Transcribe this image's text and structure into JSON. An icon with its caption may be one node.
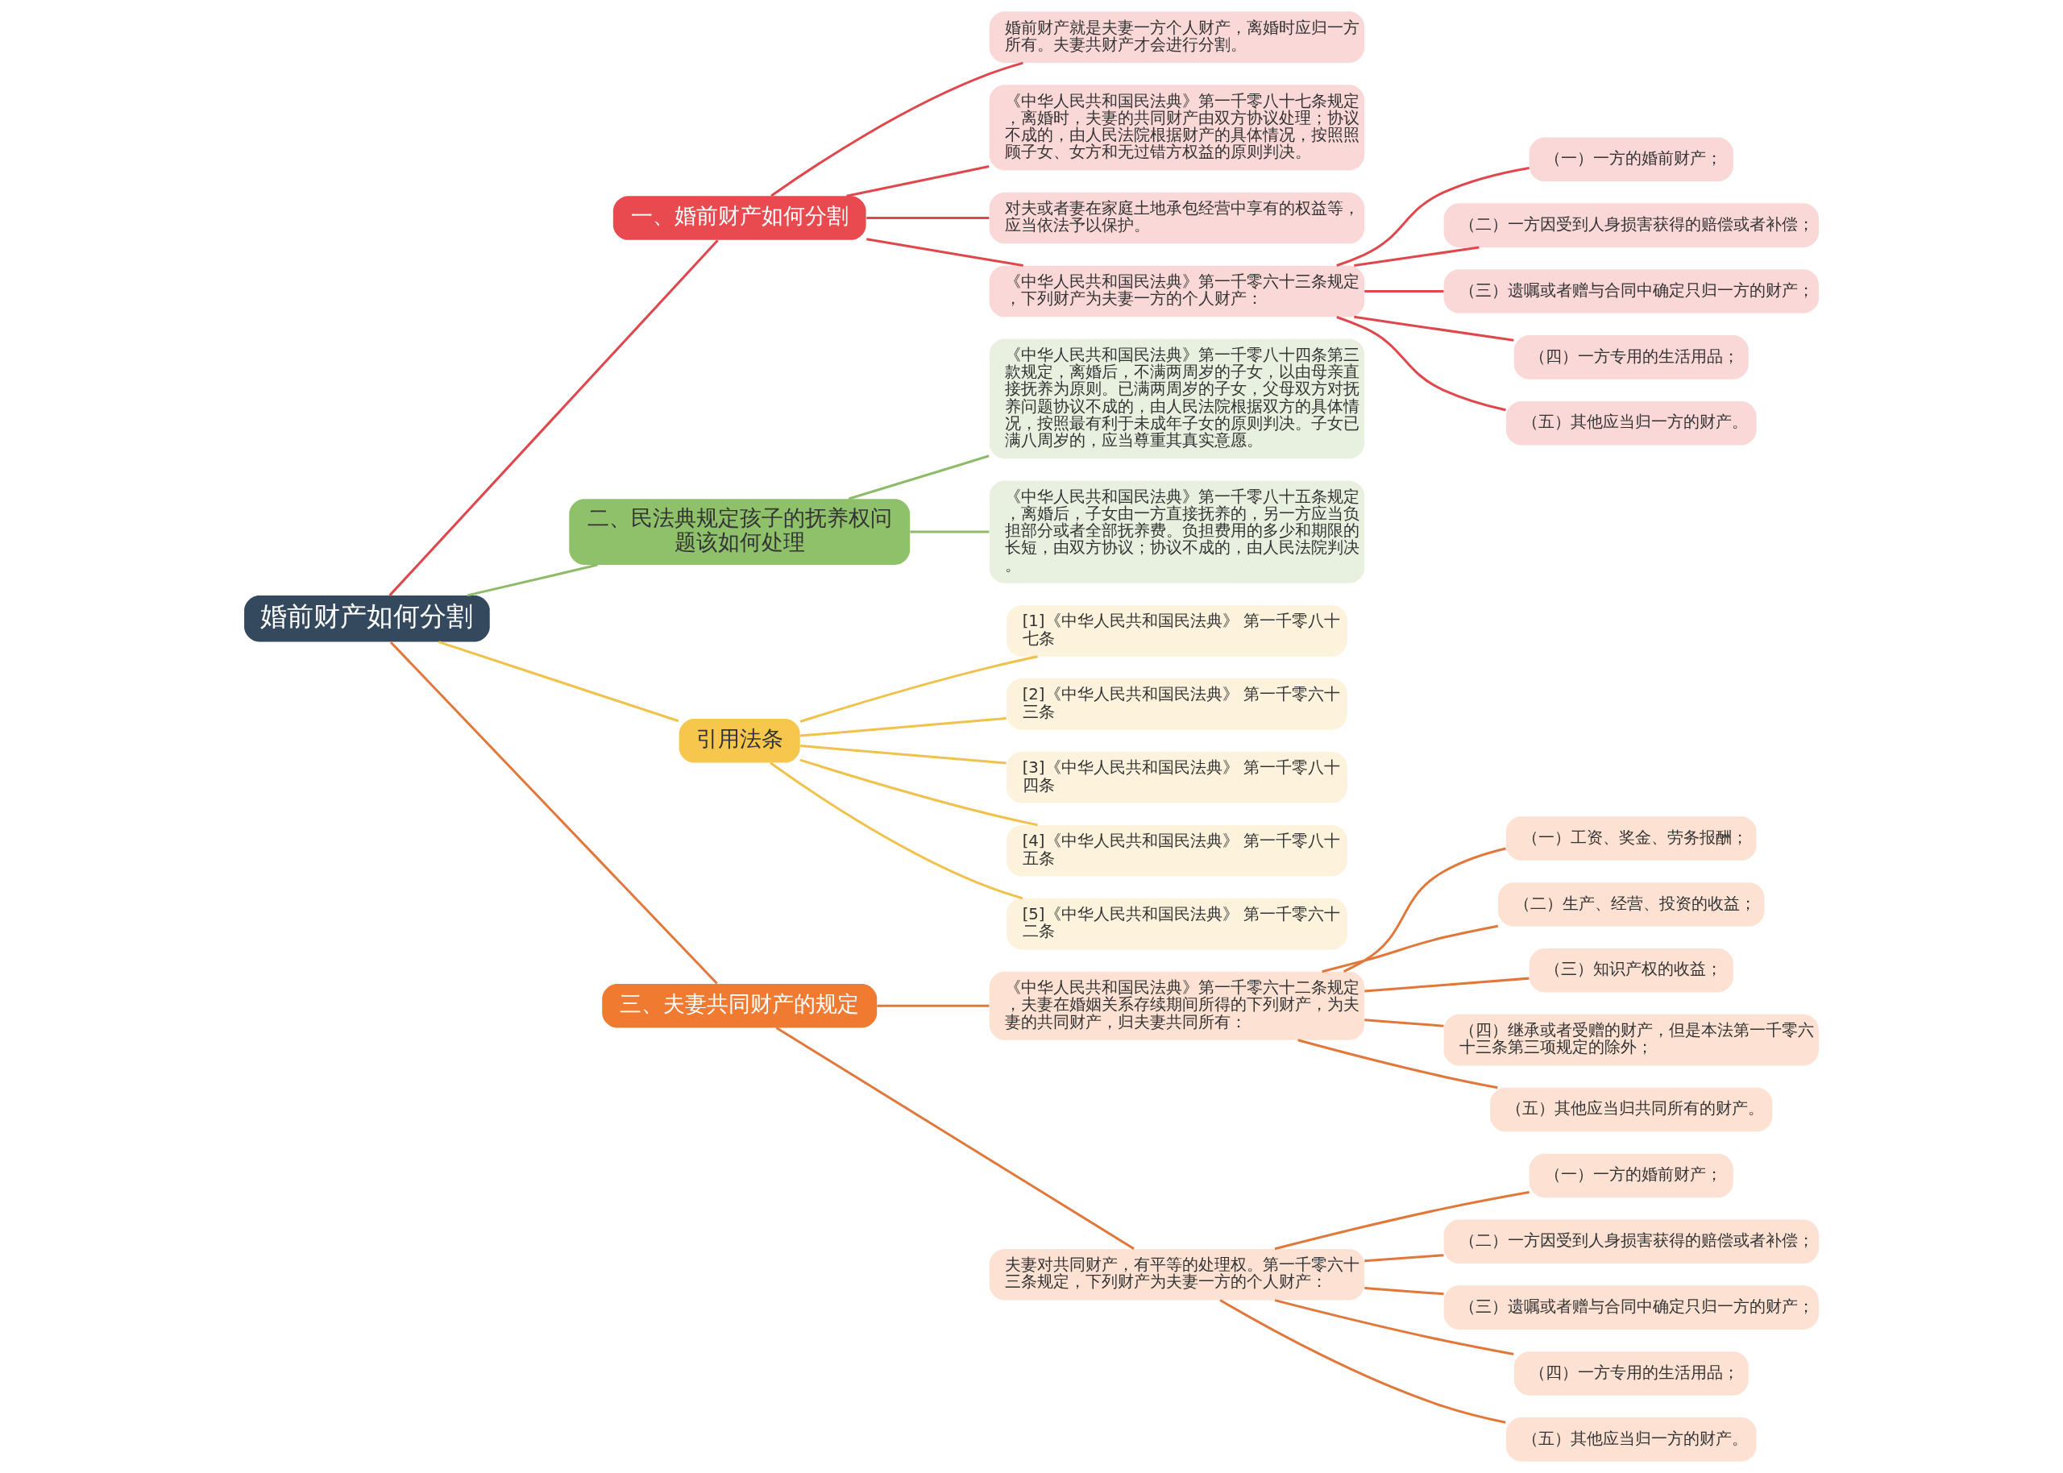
{
  "diagram": {
    "nodes": [
      {
        "text": [
          "婚前财产如何分割"
        ]
      },
      {
        "text": [
          "一、婚前财产如何分割"
        ]
      },
      {
        "text": [
          "婚前财产就是夫妻一方个人财产，离婚时应归一方所有。夫妻共财产才会进行分割。"
        ]
      },
      {
        "text": [
          "《中华人民共和国民法典》第一千零八十七条规定，离婚时，夫妻的共同财产由双方协议处理；协议不成的，由人民法院根据财产的具体情况，按照照顾子女、女方和无过错方权益的原则判决。"
        ]
      },
      {
        "text": [
          "对夫或者妻在家庭土地承包经营中享有的权益等，应当依法予以保护。"
        ]
      },
      {
        "text": [
          "《中华人民共和国民法典》第一千零六十三条规定，下列财产为夫妻一方的个人财产："
        ]
      },
      {
        "text": [
          "（一）一方的婚前财产；"
        ]
      },
      {
        "text": [
          "（二）一方因受到人身损害获得的赔偿或者补偿；"
        ]
      },
      {
        "text": [
          "（三）遗嘱或者赠与合同中确定只归一方的财产；"
        ]
      },
      {
        "text": [
          "（四）一方专用的生活用品；"
        ]
      },
      {
        "text": [
          "（五）其他应当归一方的财产。"
        ]
      },
      {
        "text": [
          "二、民法典规定孩子的抚养权问题该如何处理"
        ]
      },
      {
        "text": [
          "《中华人民共和国民法典》第一千零八十四条第三款规定，离婚后，不满两周岁的子女，以由母亲直接抚养为原则。已满两周岁的子女，父母双方对抚养问题协议不成的，由人民法院根据双方的具体情况，按照最有利于未成年子女的原则判决。子女已满八周岁的，应当尊重其真实意愿。"
        ]
      },
      {
        "text": [
          "《中华人民共和国民法典》第一千零八十五条规定，离婚后，子女由一方直接抚养的，另一方应当负担部分或者全部抚养费。负担费用的多少和期限的长短，由双方协议；协议不成的，由人民法院判决。"
        ]
      },
      {
        "text": [
          "引用法条"
        ]
      },
      {
        "text": [
          "[1]《中华人民共和国民法典》 第一千零八十七条"
        ]
      },
      {
        "text": [
          "[2]《中华人民共和国民法典》 第一千零六十三条"
        ]
      },
      {
        "text": [
          "[3]《中华人民共和国民法典》 第一千零八十四条"
        ]
      },
      {
        "text": [
          "[4]《中华人民共和国民法典》 第一千零八十五条"
        ]
      },
      {
        "text": [
          "[5]《中华人民共和国民法典》 第一千零六十二条"
        ]
      },
      {
        "text": [
          "三、夫妻共同财产的规定"
        ]
      },
      {
        "text": [
          "《中华人民共和国民法典》第一千零六十二条规定，夫妻在婚姻关系存续期间所得的下列财产，为夫妻的共同财产，归夫妻共同所有："
        ]
      },
      {
        "text": [
          "（一）工资、奖金、劳务报酬；"
        ]
      },
      {
        "text": [
          "（二）生产、经营、投资的收益；"
        ]
      },
      {
        "text": [
          "（三）知识产权的收益；"
        ]
      },
      {
        "text": [
          "（四）继承或者受赠的财产，但是本法第一千零六十三条第三项规定的除外；"
        ]
      },
      {
        "text": [
          "（五）其他应当归共同所有的财产。"
        ]
      },
      {
        "text": [
          "夫妻对共同财产，有平等的处理权。第一千零六十三条规定，下列财产为夫妻一方的个人财产："
        ]
      },
      {
        "text": [
          "（一）一方的婚前财产；"
        ]
      },
      {
        "text": [
          "（二）一方因受到人身损害获得的赔偿或者补偿；"
        ]
      },
      {
        "text": [
          "（三）遗嘱或者赠与合同中确定只归一方的财产；"
        ]
      },
      {
        "text": [
          "（四）一方专用的生活用品；"
        ]
      },
      {
        "text": [
          "（五）其他应当归一方的财产。"
        ]
      }
    ],
    "edges": [
      {
        "from": 0,
        "to": 1,
        "arrow": "none",
        "color": "#e0474c"
      },
      {
        "from": 1,
        "to": 2,
        "arrow": "none",
        "color": "#e0474c"
      },
      {
        "from": 1,
        "to": 3,
        "arrow": "none",
        "color": "#e0474c"
      },
      {
        "from": 1,
        "to": 4,
        "arrow": "none",
        "color": "#e0474c"
      },
      {
        "from": 1,
        "to": 5,
        "arrow": "none",
        "color": "#e0474c"
      },
      {
        "from": 5,
        "to": 6,
        "arrow": "none",
        "color": "#e0474c"
      },
      {
        "from": 5,
        "to": 7,
        "arrow": "none",
        "color": "#e0474c"
      },
      {
        "from": 5,
        "to": 8,
        "arrow": "none",
        "color": "#e0474c"
      },
      {
        "from": 5,
        "to": 9,
        "arrow": "none",
        "color": "#e0474c"
      },
      {
        "from": 5,
        "to": 10,
        "arrow": "none",
        "color": "#e0474c"
      },
      {
        "from": 0,
        "to": 11,
        "arrow": "none",
        "color": "#8dbb67"
      },
      {
        "from": 11,
        "to": 12,
        "arrow": "none",
        "color": "#8dbb67"
      },
      {
        "from": 11,
        "to": 13,
        "arrow": "none",
        "color": "#8dbb67"
      },
      {
        "from": 0,
        "to": 14,
        "arrow": "none",
        "color": "#f0c14b"
      },
      {
        "from": 14,
        "to": 15,
        "arrow": "none",
        "color": "#f0c14b"
      },
      {
        "from": 14,
        "to": 16,
        "arrow": "none",
        "color": "#f0c14b"
      },
      {
        "from": 14,
        "to": 17,
        "arrow": "none",
        "color": "#f0c14b"
      },
      {
        "from": 14,
        "to": 18,
        "arrow": "none",
        "color": "#f0c14b"
      },
      {
        "from": 14,
        "to": 19,
        "arrow": "none",
        "color": "#f0c14b"
      },
      {
        "from": 0,
        "to": 20,
        "arrow": "none"
      },
      {
        "from": 20,
        "to": 21,
        "arrow": "none"
      },
      {
        "from": 20,
        "to": 27,
        "arrow": "none"
      },
      {
        "from": 21,
        "to": 22,
        "arrow": "none"
      },
      {
        "from": 21,
        "to": 23,
        "arrow": "none"
      },
      {
        "from": 21,
        "to": 24,
        "arrow": "none"
      },
      {
        "from": 21,
        "to": 25,
        "arrow": "none"
      },
      {
        "from": 21,
        "to": 26,
        "arrow": "none"
      },
      {
        "from": 27,
        "to": 28,
        "arrow": "none"
      },
      {
        "from": 27,
        "to": 29,
        "arrow": "none"
      },
      {
        "from": 27,
        "to": 30,
        "arrow": "none"
      },
      {
        "from": 27,
        "to": 31,
        "arrow": "none"
      },
      {
        "from": 27,
        "to": 32,
        "arrow": "none"
      }
    ]
  }
}
